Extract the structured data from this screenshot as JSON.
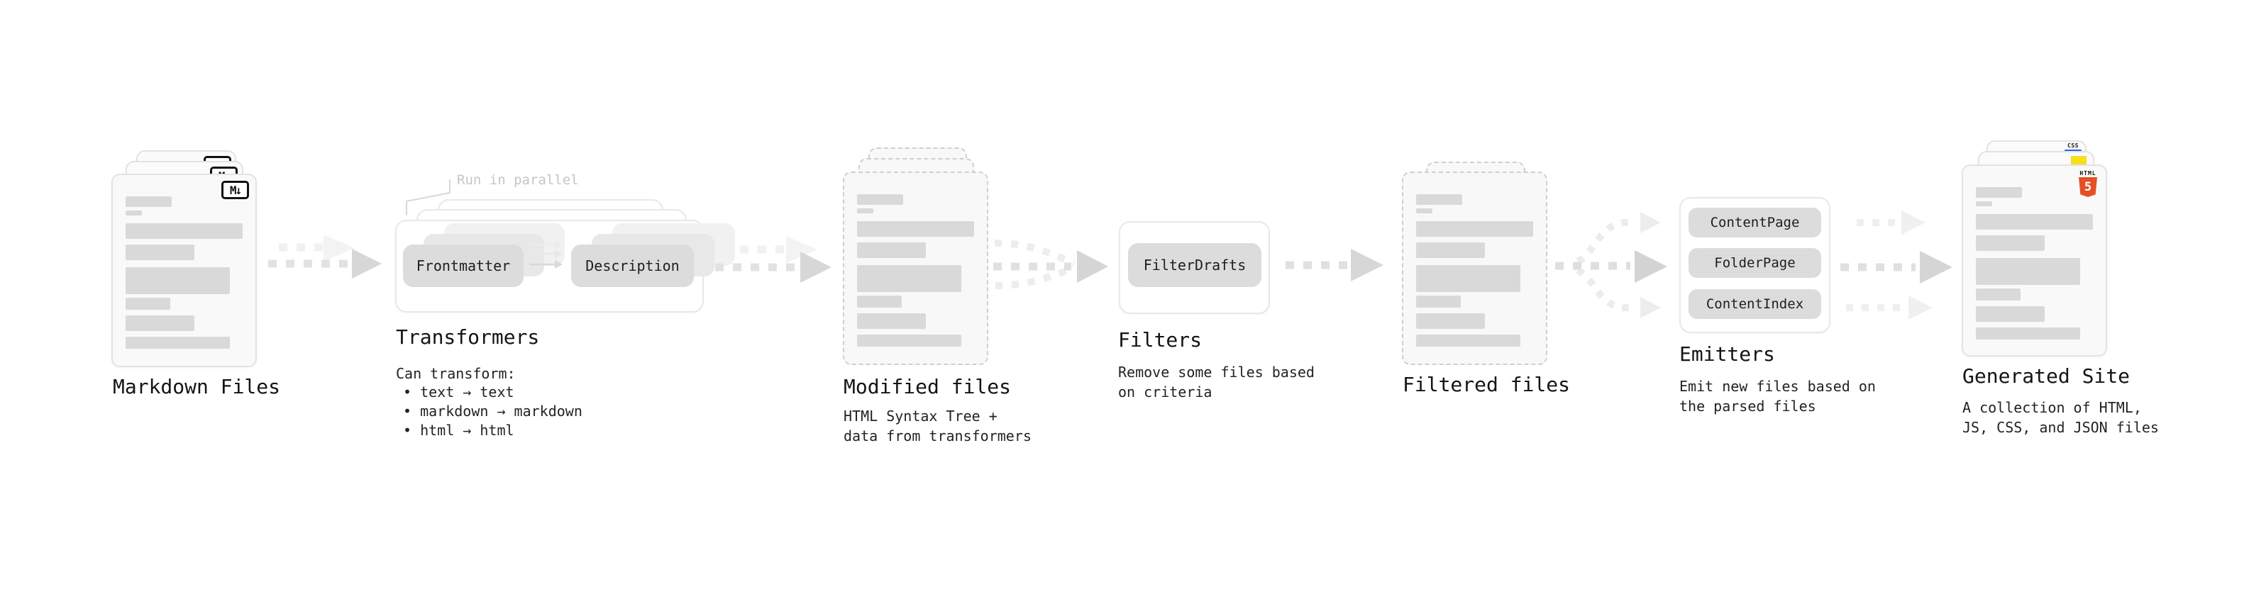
{
  "stages": {
    "markdown": {
      "label": "Markdown Files",
      "icon_label": "M↓"
    },
    "transformers": {
      "label": "Transformers",
      "annotation": "Run in parallel",
      "buttons": {
        "frontmatter": "Frontmatter",
        "description": "Description"
      },
      "sub_heading": "Can transform:",
      "bullets": [
        "• text → text",
        "• markdown → markdown",
        "• html → html"
      ]
    },
    "modified": {
      "label": "Modified files",
      "sublabel": "HTML Syntax Tree +\ndata from transformers"
    },
    "filters": {
      "label": "Filters",
      "button": "FilterDrafts",
      "sublabel": "Remove some files based\non criteria"
    },
    "filtered": {
      "label": "Filtered files"
    },
    "emitters": {
      "label": "Emitters",
      "buttons": {
        "content_page": "ContentPage",
        "folder_page": "FolderPage",
        "content_index": "ContentIndex"
      },
      "sublabel": "Emit new files based on\nthe parsed files"
    },
    "generated": {
      "label": "Generated Site",
      "sublabel": "A collection of HTML,\nJS, CSS, and JSON files",
      "icons": {
        "html_word": "HTML",
        "html_number": "5",
        "css_word": "CSS"
      }
    }
  },
  "colors": {
    "html5_orange": "#e34f26",
    "css_blue": "#2965f1",
    "js_yellow": "#f7df1e",
    "bar_gray": "#d9d9d9",
    "button_gray": "#dcdcdc",
    "card_border": "#e3e3e3",
    "dashed_border": "#cfcfcf",
    "arrow_gray": "#d5d5d5",
    "annotation_gray": "#c6c6c6"
  }
}
